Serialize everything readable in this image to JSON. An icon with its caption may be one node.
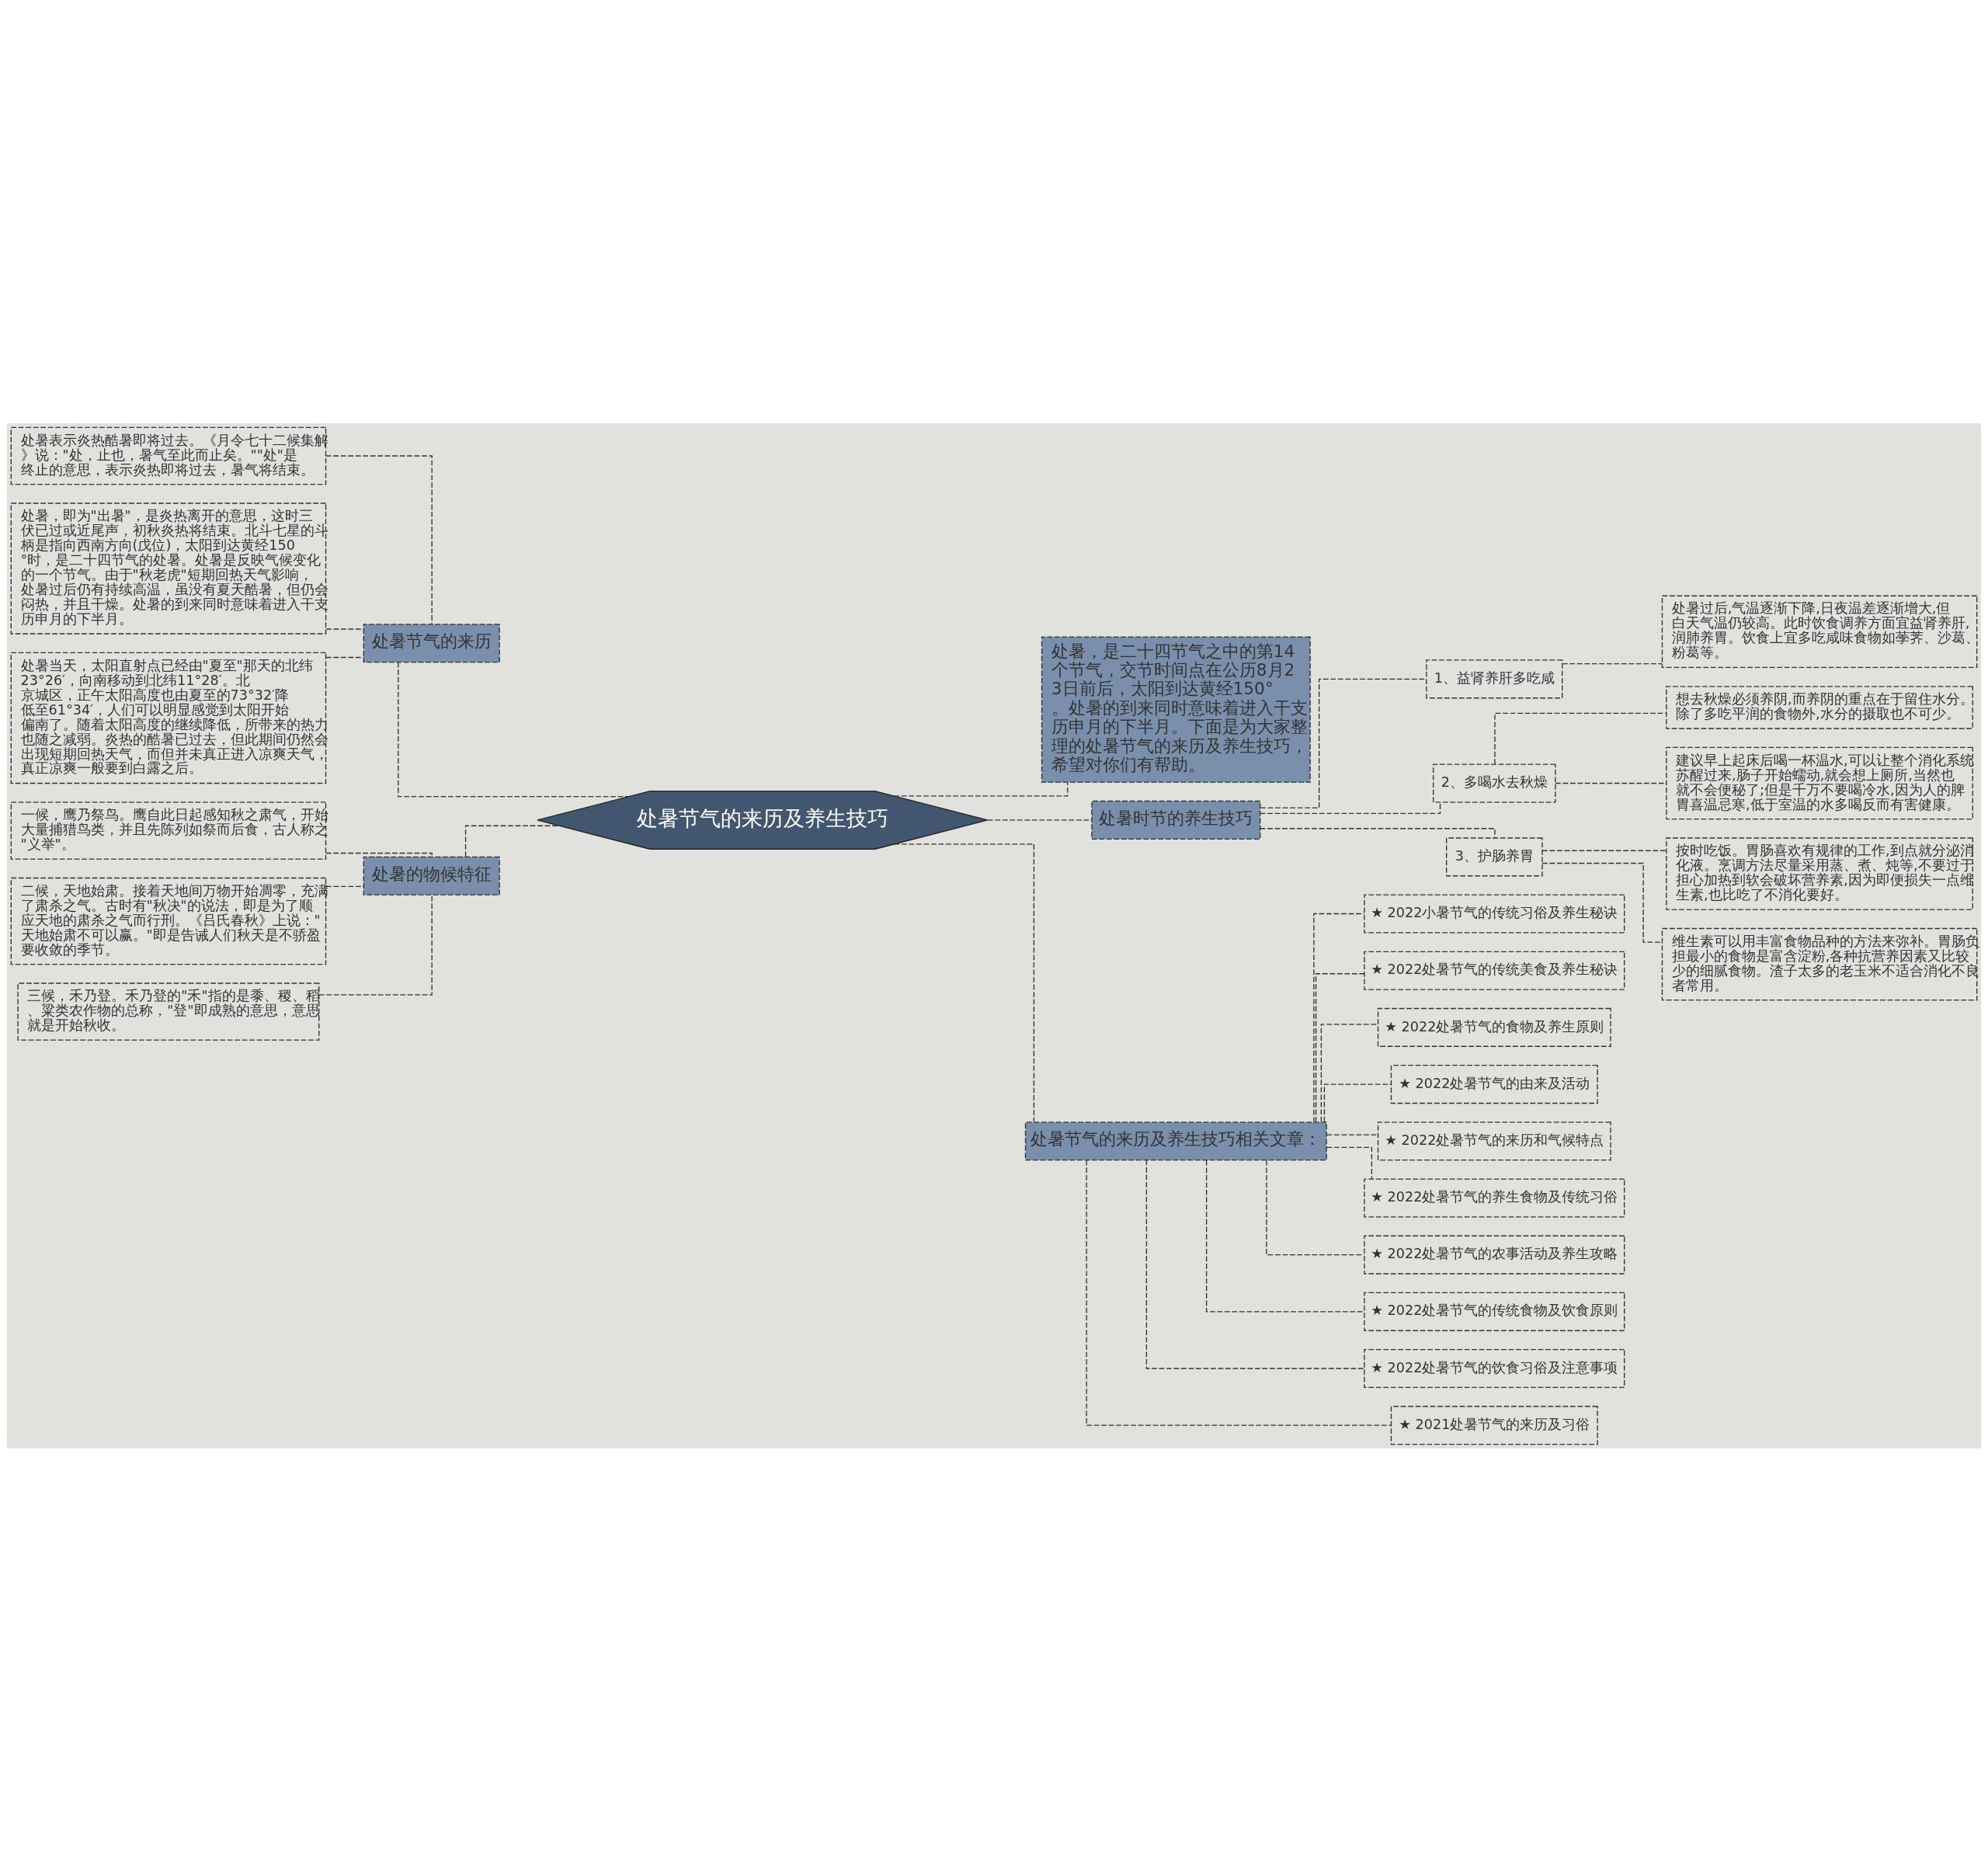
{
  "diagram": {
    "nodes": [
      {
        "text": [
          "处暑节气的来历及养生技巧"
        ]
      },
      {
        "text": [
          "处暑节气的来历"
        ]
      },
      {
        "text": [
          "处暑表示炎热酷暑即将过去。《月令七十二候集解》说：\"处，止也，暑气至此而止矣。\"\"处\"是终止的意思，表示炎热即将过去，暑气将结束。"
        ]
      },
      {
        "text": [
          "处暑，即为\"出暑\"，是炎热离开的意思，这时三伏已过或近尾声，初秋炎热将结束。北斗七星的斗柄是指向西南方向(戊位)，太阳到达黄经150°时，是二十四节气的处暑。处暑是反映气候变化的一个节气。由于\"秋老虎\"短期回热天气影响，处暑过后仍有持续高温，虽没有夏天酷暑，但仍会闷热，并且干燥。处暑的到来同时意味着进入干支历申月的下半月。"
        ]
      },
      {
        "text": [
          "处暑当天，太阳直射点已经由\"夏至\"那天的北纬23°26′，向南移动到北纬11°28′。北京城区，正午太阳高度也由夏至的73°32′降低至61°34′，人们可以明显感觉到太阳开始偏南了。随着太阳高度的继续降低，所带来的热力也随之减弱。炎热的酷暑已过去，但此期间仍然会出现短期回热天气，而但并未真正进入凉爽天气，真正凉爽一般要到白露之后。"
        ]
      },
      {
        "text": [
          "处暑的物候特征"
        ]
      },
      {
        "text": [
          "一候，鹰乃祭鸟。鹰自此日起感知秋之肃气，开始大量捕猎鸟类，并且先陈列如祭而后食，古人称之\"义举\"。"
        ]
      },
      {
        "text": [
          "二候，天地始肃。接着天地间万物开始凋零，充满了肃杀之气。古时有\"秋决\"的说法，即是为了顺应天地的肃杀之气而行刑。《吕氏春秋》上说：\"天地始肃不可以赢。\"即是告诫人们秋天是不骄盈要收敛的季节。"
        ]
      },
      {
        "text": [
          "三候，禾乃登。禾乃登的\"禾\"指的是黍、稷、稻、粱类农作物的总称，\"登\"即成熟的意思，意思就是开始秋收。"
        ]
      },
      {
        "text": [
          "处暑，是二十四节气之中的第14个节气，交节时间点在公历8月23日前后，太阳到达黄经150°。处暑的到来同时意味着进入干支历申月的下半月。下面是为大家整理的处暑节气的来历及养生技巧，希望对你们有帮助。"
        ]
      },
      {
        "text": [
          "处暑时节的养生技巧"
        ]
      },
      {
        "text": [
          "1、益肾养肝多吃咸"
        ]
      },
      {
        "text": [
          "处暑过后,气温逐渐下降,日夜温差逐渐增大,但白天气温仍较高。此时饮食调养方面宜益肾养肝,润肺养胃。饮食上宜多吃咸味食物如荸荠、沙葛、粉葛等。"
        ]
      },
      {
        "text": [
          "2、多喝水去秋燥"
        ]
      },
      {
        "text": [
          "想去秋燥必须养阴,而养阴的重点在于留住水分。除了多吃平润的食物外,水分的摄取也不可少。"
        ]
      },
      {
        "text": [
          "建议早上起床后喝一杯温水,可以让整个消化系统苏醒过来,肠子开始蠕动,就会想上厕所,当然也就不会便秘了;但是千万不要喝冷水,因为人的脾胃喜温忌寒,低于室温的水多喝反而有害健康。"
        ]
      },
      {
        "text": [
          "3、护肠养胃"
        ]
      },
      {
        "text": [
          "按时吃饭。胃肠喜欢有规律的工作,到点就分泌消化液。烹调方法尽量采用蒸、煮、炖等,不要过于担心加热到软会破坏营养素,因为即便损失一点维生素,也比吃了不消化要好。"
        ]
      },
      {
        "text": [
          "维生素可以用丰富食物品种的方法来弥补。胃肠负担最小的食物是富含淀粉,各种抗营养因素又比较少的细腻食物。渣子太多的老玉米不适合消化不良者常用。"
        ]
      },
      {
        "text": [
          "处暑节气的来历及养生技巧相关文章："
        ]
      },
      {
        "text": [
          "★ 2022小暑节气的传统习俗及养生秘诀"
        ]
      },
      {
        "text": [
          "★ 2022处暑节气的传统美食及养生秘诀"
        ]
      },
      {
        "text": [
          "★ 2022处暑节气的食物及养生原则"
        ]
      },
      {
        "text": [
          "★ 2022处暑节气的由来及活动"
        ]
      },
      {
        "text": [
          "★ 2022处暑节气的来历和气候特点"
        ]
      },
      {
        "text": [
          "★ 2022处暑节气的养生食物及传统习俗"
        ]
      },
      {
        "text": [
          "★ 2022处暑节气的农事活动及养生攻略"
        ]
      },
      {
        "text": [
          "★ 2022处暑节气的传统食物及饮食原则"
        ]
      },
      {
        "text": [
          "★ 2022处暑节气的饮食习俗及注意事项"
        ]
      },
      {
        "text": [
          "★ 2021处暑节气的来历及习俗"
        ]
      }
    ],
    "edges": [
      {
        "from": 0,
        "to": 1,
        "arrow": "none"
      },
      {
        "from": 1,
        "to": 2,
        "arrow": "none"
      },
      {
        "from": 1,
        "to": 3,
        "arrow": "none"
      },
      {
        "from": 1,
        "to": 4,
        "arrow": "none"
      },
      {
        "from": 0,
        "to": 5,
        "arrow": "none"
      },
      {
        "from": 5,
        "to": 6,
        "arrow": "none"
      },
      {
        "from": 5,
        "to": 7,
        "arrow": "none"
      },
      {
        "from": 5,
        "to": 8,
        "arrow": "none"
      },
      {
        "from": 0,
        "to": 9,
        "arrow": "none"
      },
      {
        "from": 0,
        "to": 10,
        "arrow": "none"
      },
      {
        "from": 10,
        "to": 11,
        "arrow": "none"
      },
      {
        "from": 11,
        "to": 12,
        "arrow": "none"
      },
      {
        "from": 10,
        "to": 13,
        "arrow": "none"
      },
      {
        "from": 13,
        "to": 14,
        "arrow": "none"
      },
      {
        "from": 13,
        "to": 15,
        "arrow": "none"
      },
      {
        "from": 10,
        "to": 16,
        "arrow": "none"
      },
      {
        "from": 16,
        "to": 17,
        "arrow": "none"
      },
      {
        "from": 16,
        "to": 18,
        "arrow": "none"
      },
      {
        "from": 0,
        "to": 19,
        "arrow": "none"
      },
      {
        "from": 19,
        "to": 20,
        "arrow": "none"
      },
      {
        "from": 19,
        "to": 21,
        "arrow": "none"
      },
      {
        "from": 19,
        "to": 22,
        "arrow": "none"
      },
      {
        "from": 19,
        "to": 23,
        "arrow": "none"
      },
      {
        "from": 19,
        "to": 24,
        "arrow": "none"
      },
      {
        "from": 19,
        "to": 25,
        "arrow": "none"
      },
      {
        "from": 19,
        "to": 26,
        "arrow": "none"
      },
      {
        "from": 19,
        "to": 27,
        "arrow": "none"
      },
      {
        "from": 19,
        "to": 28,
        "arrow": "none"
      },
      {
        "from": 19,
        "to": 29,
        "arrow": "none"
      }
    ]
  }
}
